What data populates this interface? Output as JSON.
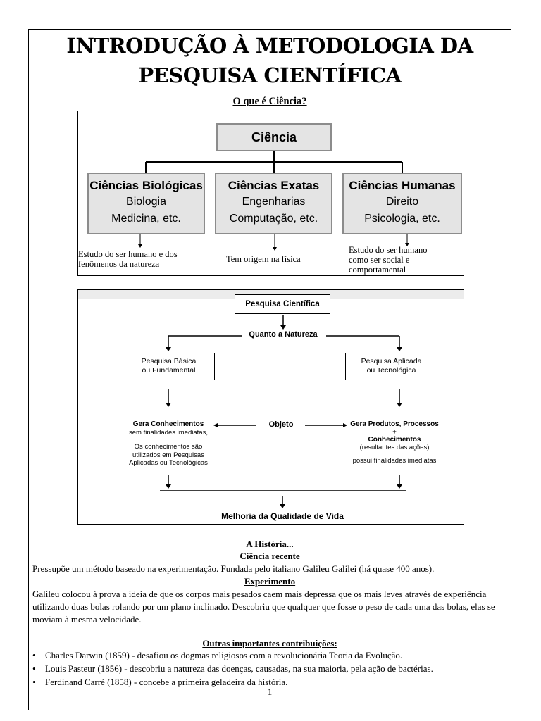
{
  "title_line1": "INTRODUÇÃO À METODOLOGIA DA",
  "title_line2": "PESQUISA CIENTÍFICA",
  "subtitle": "O que é Ciência?",
  "diagram1": {
    "root": "Ciência",
    "branches": [
      {
        "heading": "Ciências Biológicas",
        "line1": "Biologia",
        "line2": "Medicina, etc.",
        "note_line1": "Estudo do ser humano e dos",
        "note_line2": "fenômenos da natureza",
        "note_line3": ""
      },
      {
        "heading": "Ciências Exatas",
        "line1": "Engenharias",
        "line2": "Computação, etc.",
        "note_line1": "Tem origem na física",
        "note_line2": "",
        "note_line3": ""
      },
      {
        "heading": "Ciências Humanas",
        "line1": "Direito",
        "line2": "Psicologia, etc.",
        "note_line1": "Estudo do ser humano",
        "note_line2": "como ser social e",
        "note_line3": "comportamental"
      }
    ]
  },
  "diagram2": {
    "root": "Pesquisa Científica",
    "criterion": "Quanto a Natureza",
    "basic_line1": "Pesquisa Básica",
    "basic_line2": "ou Fundamental",
    "applied_line1": "Pesquisa Aplicada",
    "applied_line2": "ou Tecnológica",
    "object": "Objeto",
    "left_head": "Gera Conhecimentos",
    "left_sub": "sem finalidades imediatas,",
    "left_p1": "Os conhecimentos são",
    "left_p2": "utilizados em Pesquisas",
    "left_p3": "Aplicadas ou Tecnológicas",
    "right_head": "Gera Produtos, Processos",
    "right_plus": "+",
    "right_head2": "Conhecimentos",
    "right_sub": "(resultantes das ações)",
    "right_p1": "possui finalidades imediatas",
    "result": "Melhoria da Qualidade de Vida"
  },
  "history": {
    "heading": "A História...",
    "recent_heading": "Ciência recente",
    "recent_text": "Pressupõe um método baseado na experimentação. Fundada pelo italiano Galileu Galilei (há quase 400 anos).",
    "experiment_heading": "Experimento",
    "experiment_text": "Galileu colocou à prova a ideia de que os corpos mais pesados caem mais depressa que os mais leves através de experiência utilizando duas bolas rolando por um plano inclinado. Descobriu que qualquer que fosse o peso de cada uma das bolas, elas se moviam à mesma velocidade.",
    "others_heading": "Outras importantes contribuições:",
    "contributions": [
      "Charles Darwin (1859) - desafiou os dogmas religiosos com a revolucionária Teoria da Evolução.",
      "Louis Pasteur (1856) - descobriu a natureza das doenças, causadas, na sua maioria, pela ação de bactérias.",
      "Ferdinand Carré (1858) - concebe a primeira geladeira da história."
    ]
  },
  "page_number": "1",
  "colors": {
    "box_fill": "#e4e4e4",
    "box_border": "#8c8c8c",
    "text": "#000000"
  }
}
